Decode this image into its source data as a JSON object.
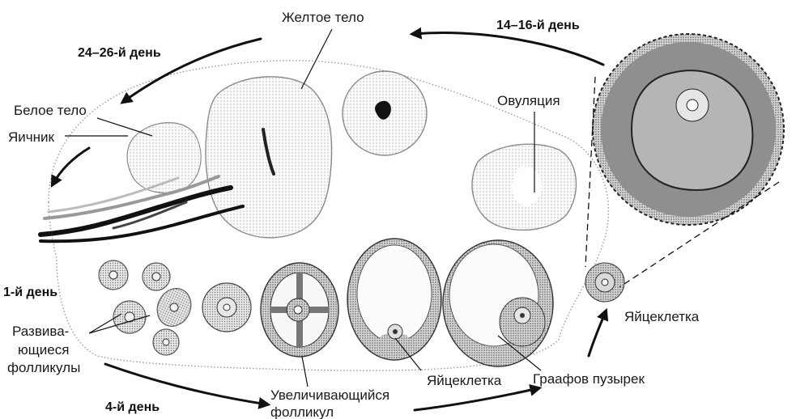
{
  "labels": {
    "yellow_body": "Желтое тело",
    "white_body": "Белое тело",
    "ovary": "Яичник",
    "ovulation": "Овуляция",
    "developing_line1": "Развива-",
    "developing_line2": "ющиеся",
    "developing_line3": "фолликулы",
    "growing_line1": "Увеличивающийся",
    "growing_line2": "фолликул",
    "egg_cell_inner": "Яйцеклетка",
    "egg_cell_outer": "Яйцеклетка",
    "graafian": "Граафов пузырек"
  },
  "days": {
    "day_14_16": "14–16-й день",
    "day_24_26": "24–26-й день",
    "day_1": "1-й день",
    "day_4": "4-й день"
  }
}
